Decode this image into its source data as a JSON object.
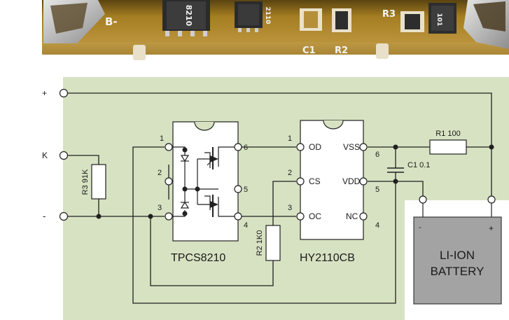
{
  "colors": {
    "background_panel": "#d7e2c2",
    "wire": "#202020",
    "battery_fill": "#a3a3a3",
    "pcb_base": "#a07a1e",
    "pcb_highlight": "#c9a144"
  },
  "board_photo": {
    "silkscreen": {
      "b_minus": "B-",
      "c1": "C1",
      "r2": "R2",
      "r3": "R3",
      "chip_top": "8210",
      "chip_right": "2110",
      "res_right": "101"
    }
  },
  "terminals": {
    "plus": "+",
    "k": "K",
    "minus": "-"
  },
  "components": {
    "r3": "R3 91K",
    "r2": "R2 1K0",
    "r1": "R1 100",
    "c1": "C1 0.1",
    "mosfet_ic": "TPCS8210",
    "protection_ic": "HY2110CB"
  },
  "mosfet_pins": [
    "1",
    "2",
    "3",
    "4",
    "5",
    "6"
  ],
  "protection_ic_pins": {
    "numbers": [
      "1",
      "2",
      "3",
      "4",
      "5",
      "6"
    ],
    "od": "OD",
    "cs": "CS",
    "oc": "OC",
    "vss": "VSS",
    "vdd": "VDD",
    "nc": "NC"
  },
  "battery": {
    "line1": "LI-ION",
    "line2": "BATTERY",
    "neg": "-",
    "pos": "+"
  }
}
